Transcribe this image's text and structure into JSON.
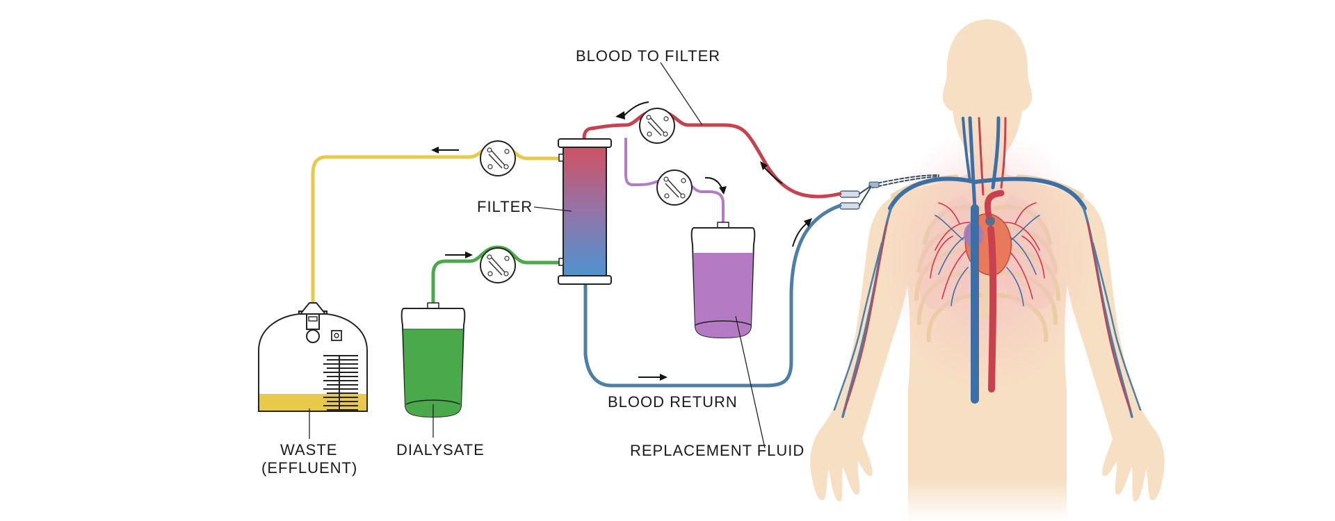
{
  "labels": {
    "blood_to_filter": "BLOOD TO FILTER",
    "filter": "FILTER",
    "blood_return": "BLOOD RETURN",
    "replacement_fluid": "REPLACEMENT FLUID",
    "dialysate": "DIALYSATE",
    "waste_line1": "WASTE",
    "waste_line2": "(EFFLUENT)"
  },
  "colors": {
    "blood_out": "#c8414f",
    "blood_return": "#4d7ea6",
    "effluent": "#e9c94a",
    "dialysate": "#4aa94a",
    "replacement": "#b57ac4",
    "skin": "#f7dfc3"
  }
}
